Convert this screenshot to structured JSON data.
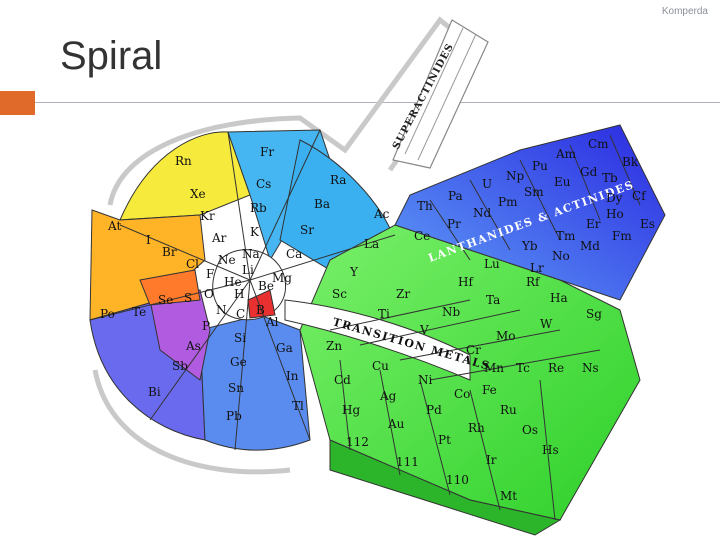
{
  "brand": "Komperda",
  "title": "Spiral",
  "colors": {
    "accent": "#e06a2a",
    "alkali": "#3aaaf0",
    "alkaline": "#3ab0f0",
    "noble": "#f8e24a",
    "halogen": "#ffb030",
    "chalcogen": "#ff7a2a",
    "pnictogen": "#8860e0",
    "boron_group": "#6a7ae8",
    "transition": "#4ee04a",
    "lanthanide": "#4050f0",
    "center": "#ffffff"
  },
  "labels": {
    "superactinides": "SUPERACTINIDES",
    "transition_metals": "TRANSITION METALS",
    "lanthanides_actinides": "LANTHANIDES & ACTINIDES"
  },
  "elements": {
    "H": "H",
    "He": "He",
    "Li": "Li",
    "Be": "Be",
    "B": "B",
    "C": "C",
    "N": "N",
    "O": "O",
    "F": "F",
    "Ne": "Ne",
    "Na": "Na",
    "Mg": "Mg",
    "Al": "Al",
    "Si": "Si",
    "P": "P",
    "S": "S",
    "Cl": "Cl",
    "Ar": "Ar",
    "K": "K",
    "Ca": "Ca",
    "Ga": "Ga",
    "Ge": "Ge",
    "As": "As",
    "Se": "Se",
    "Br": "Br",
    "Kr": "Kr",
    "Rb": "Rb",
    "Sr": "Sr",
    "In": "In",
    "Sn": "Sn",
    "Sb": "Sb",
    "Te": "Te",
    "I": "I",
    "Xe": "Xe",
    "Cs": "Cs",
    "Ba": "Ba",
    "Tl": "Tl",
    "Pb": "Pb",
    "Bi": "Bi",
    "Po": "Po",
    "At": "At",
    "Rn": "Rn",
    "Fr": "Fr",
    "Ra": "Ra",
    "Sc": "Sc",
    "Ti": "Ti",
    "V": "V",
    "Cr": "Cr",
    "Mn": "Mn",
    "Fe": "Fe",
    "Co": "Co",
    "Ni": "Ni",
    "Cu": "Cu",
    "Zn": "Zn",
    "Y": "Y",
    "Zr": "Zr",
    "Nb": "Nb",
    "Mo": "Mo",
    "Tc": "Tc",
    "Ru": "Ru",
    "Rh": "Rh",
    "Pd": "Pd",
    "Ag": "Ag",
    "Cd": "Cd",
    "La": "La",
    "Hf": "Hf",
    "Ta": "Ta",
    "W": "W",
    "Re": "Re",
    "Os": "Os",
    "Ir": "Ir",
    "Pt": "Pt",
    "Au": "Au",
    "Hg": "Hg",
    "Ac": "Ac",
    "Rf": "Rf",
    "Ha": "Ha",
    "Sg": "Sg",
    "Ns": "Ns",
    "Hs": "Hs",
    "Mt": "Mt",
    "E110": "110",
    "E111": "111",
    "E112": "112",
    "Ce": "Ce",
    "Pr": "Pr",
    "Nd": "Nd",
    "Pm": "Pm",
    "Sm": "Sm",
    "Eu": "Eu",
    "Gd": "Gd",
    "Tb": "Tb",
    "Dy": "Dy",
    "Ho": "Ho",
    "Er": "Er",
    "Tm": "Tm",
    "Yb": "Yb",
    "Lu": "Lu",
    "Th": "Th",
    "Pa": "Pa",
    "U": "U",
    "Np": "Np",
    "Pu": "Pu",
    "Am": "Am",
    "Cm": "Cm",
    "Bk": "Bk",
    "Cf": "Cf",
    "Es": "Es",
    "Fm": "Fm",
    "Md": "Md",
    "No": "No",
    "Lr": "Lr"
  }
}
